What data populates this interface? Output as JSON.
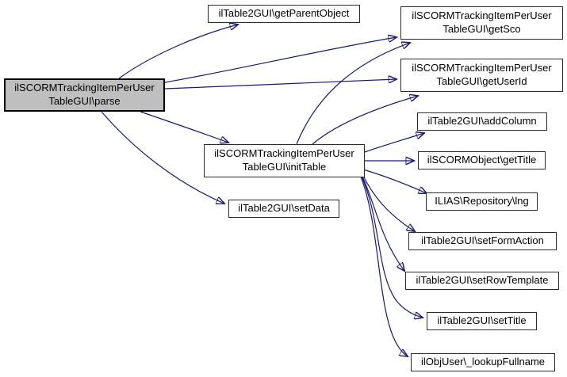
{
  "diagram": {
    "type": "call-graph",
    "edge_color": "#191970",
    "node_fill": "#ffffff",
    "node_border": "#2b2b2b",
    "highlight_fill": "#bfbfbf",
    "nodes": [
      {
        "id": "parse",
        "line1": "ilSCORMTrackingItemPerUser",
        "line2": "TableGUI\\parse",
        "highlighted": true
      },
      {
        "id": "getParentObject",
        "line1": "ilTable2GUI\\getParentObject",
        "highlighted": false
      },
      {
        "id": "getSco",
        "line1": "ilSCORMTrackingItemPerUser",
        "line2": "TableGUI\\getSco",
        "highlighted": false
      },
      {
        "id": "getUserId",
        "line1": "ilSCORMTrackingItemPerUser",
        "line2": "TableGUI\\getUserId",
        "highlighted": false
      },
      {
        "id": "initTable",
        "line1": "ilSCORMTrackingItemPerUser",
        "line2": "TableGUI\\initTable",
        "highlighted": false
      },
      {
        "id": "setData",
        "line1": "ilTable2GUI\\setData",
        "highlighted": false
      },
      {
        "id": "addColumn",
        "line1": "ilTable2GUI\\addColumn",
        "highlighted": false
      },
      {
        "id": "getTitle",
        "line1": "ilSCORMObject\\getTitle",
        "highlighted": false
      },
      {
        "id": "lng",
        "line1": "ILIAS\\Repository\\lng",
        "highlighted": false
      },
      {
        "id": "setFormAction",
        "line1": "ilTable2GUI\\setFormAction",
        "highlighted": false
      },
      {
        "id": "setRowTemplate",
        "line1": "ilTable2GUI\\setRowTemplate",
        "highlighted": false
      },
      {
        "id": "setTitle",
        "line1": "ilTable2GUI\\setTitle",
        "highlighted": false
      },
      {
        "id": "lookupFullname",
        "line1": "ilObjUser\\_lookupFullname",
        "highlighted": false
      }
    ],
    "edges": [
      {
        "from": "parse",
        "to": "getParentObject"
      },
      {
        "from": "parse",
        "to": "getSco"
      },
      {
        "from": "parse",
        "to": "getUserId"
      },
      {
        "from": "parse",
        "to": "initTable"
      },
      {
        "from": "parse",
        "to": "setData"
      },
      {
        "from": "initTable",
        "to": "getSco"
      },
      {
        "from": "initTable",
        "to": "getUserId"
      },
      {
        "from": "initTable",
        "to": "addColumn"
      },
      {
        "from": "initTable",
        "to": "getTitle"
      },
      {
        "from": "initTable",
        "to": "lng"
      },
      {
        "from": "initTable",
        "to": "setFormAction"
      },
      {
        "from": "initTable",
        "to": "setRowTemplate"
      },
      {
        "from": "initTable",
        "to": "setTitle"
      },
      {
        "from": "initTable",
        "to": "lookupFullname"
      }
    ]
  }
}
